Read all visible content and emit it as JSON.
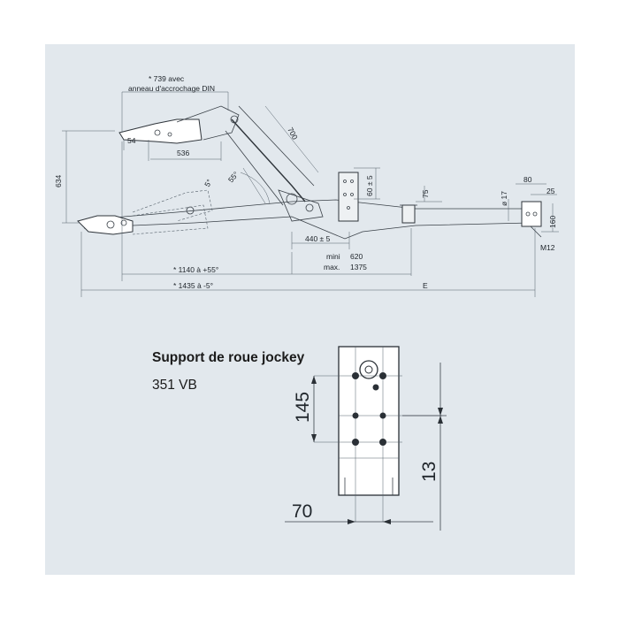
{
  "drawing": {
    "labels": {
      "note_739": "* 739 avec",
      "note_anneau": "anneau d'accrochage DIN",
      "d54": "54",
      "d536": "536",
      "d634": "634",
      "d700": "700",
      "a5": "5°",
      "a55": "55°",
      "d60": "60 ± 5",
      "d75": "75",
      "d440": "440 ± 5",
      "mini": "mini",
      "mini_val": "620",
      "max": "max.",
      "max_val": "1375",
      "d1140": "* 1140 à +55°",
      "d1435": "* 1435 à -5°",
      "dE": "E",
      "d17": "ø 17",
      "d80": "80",
      "d25": "25",
      "d160": "160",
      "m12": "M12"
    }
  },
  "support": {
    "title": "Support de roue jockey",
    "model": "351 VB",
    "d145": "145",
    "d13": "13",
    "d70": "70"
  }
}
